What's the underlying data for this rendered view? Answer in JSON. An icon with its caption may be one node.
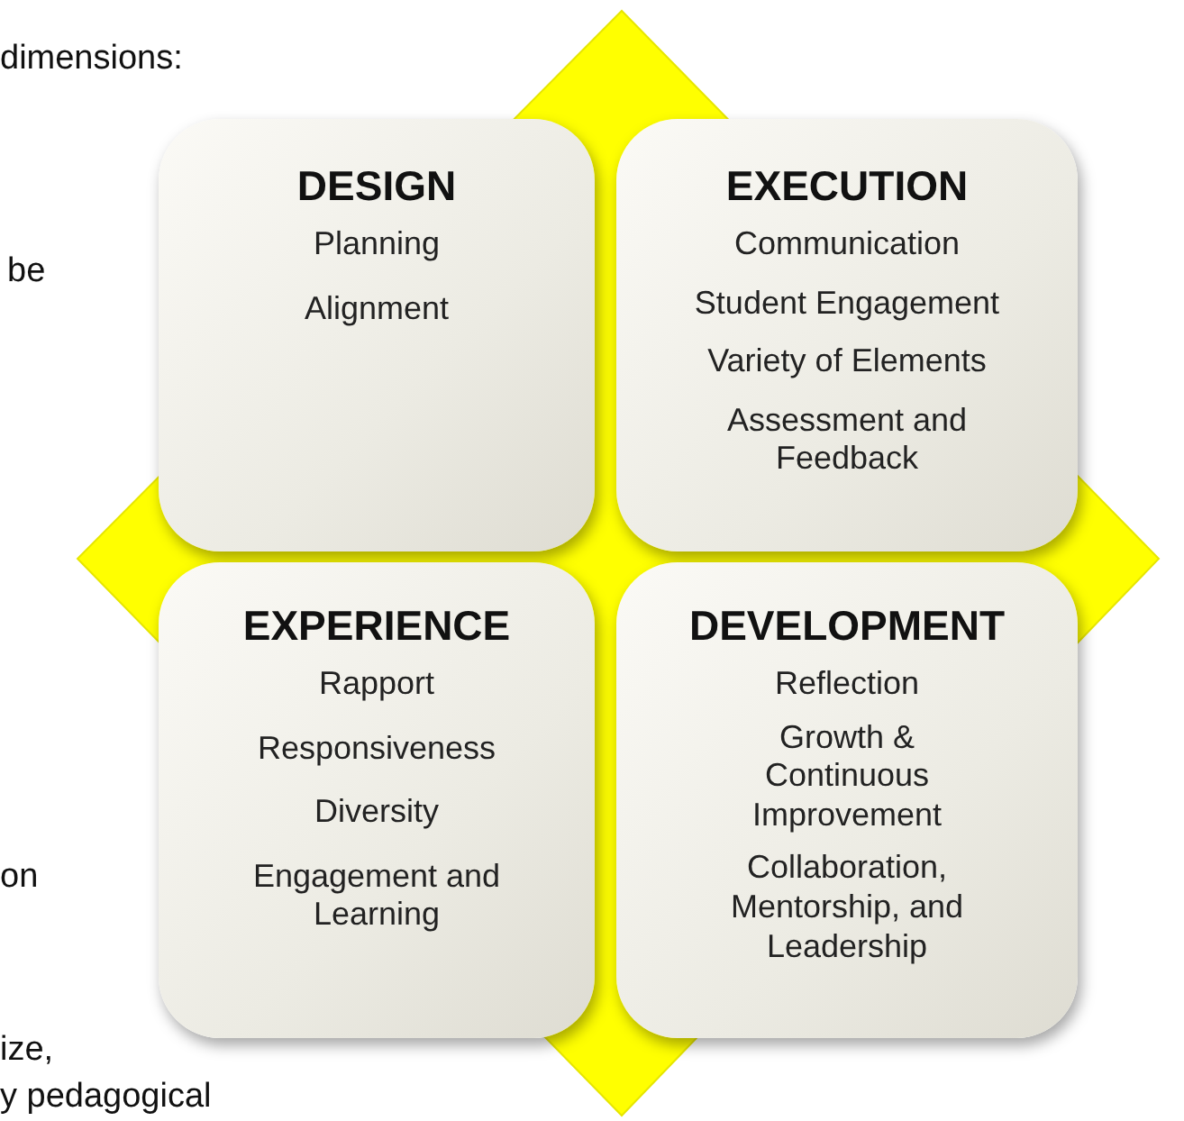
{
  "diagram": {
    "nodes": [
      {
        "text": [
          "DESIGN",
          "Planning",
          "Alignment"
        ]
      },
      {
        "text": [
          "EXECUTION",
          "Communication",
          "Student Engagement",
          "Variety of Elements",
          "Assessment and Feedback"
        ]
      },
      {
        "text": [
          "EXPERIENCE",
          "Rapport",
          "Responsiveness",
          "Diversity",
          "Engagement and Learning"
        ]
      },
      {
        "text": [
          "DEVELOPMENT",
          "Reflection",
          "Growth & Continuous Improvement",
          "Collaboration, Mentorship, and Leadership"
        ]
      }
    ],
    "labels": [
      "dimensions:",
      "be",
      "on",
      "ize,",
      "y pedagogical"
    ]
  }
}
